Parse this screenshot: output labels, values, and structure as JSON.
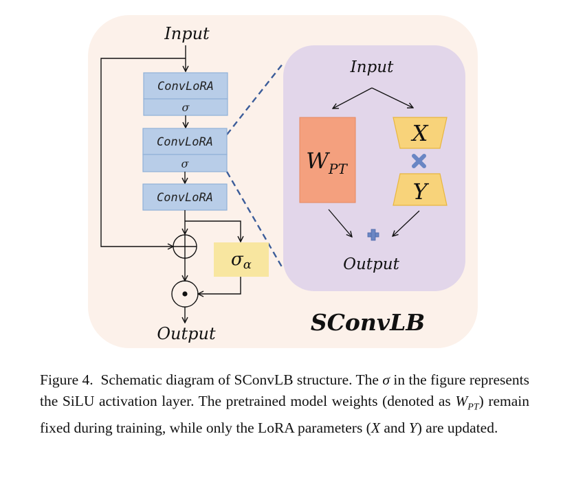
{
  "diagram": {
    "left_input": "Input",
    "left_output": "Output",
    "block1_label": "ConvLoRA",
    "block1_act": "σ",
    "block2_label": "ConvLoRA",
    "block2_act": "σ",
    "block3_label": "ConvLoRA",
    "sigma_alpha_base": "σ",
    "sigma_alpha_sub": "α",
    "zoom_input": "Input",
    "zoom_output": "Output",
    "wpt_base": "W",
    "wpt_sub": "PT",
    "x_label": "X",
    "y_label": "Y",
    "module_name": "SConvLB",
    "colors": {
      "outer_bg": "#fcf1ea",
      "zoom_bg": "#e2d6ea",
      "block_fill": "#b8cde8",
      "block_stroke": "#8fb0d8",
      "wpt_fill": "#f4a07e",
      "xy_fill": "#f8d37a",
      "sigma_fill": "#f8e6a0",
      "dash": "#3b5c99",
      "op_blue": "#6a86c4"
    }
  },
  "caption": {
    "figure_label": "Figure 4.",
    "text1": "Schematic diagram of SConvLB structure. The ",
    "sigma": "σ",
    "text2": " in the figure represents the SiLU activation layer. The pretrained model weights (denoted as ",
    "wpt_base": "W",
    "wpt_sub": "PT",
    "text3": ") remain fixed during training, while only the LoRA parameters (",
    "x": "X",
    "and": " and ",
    "y": "Y",
    "text4": ") are updated."
  }
}
